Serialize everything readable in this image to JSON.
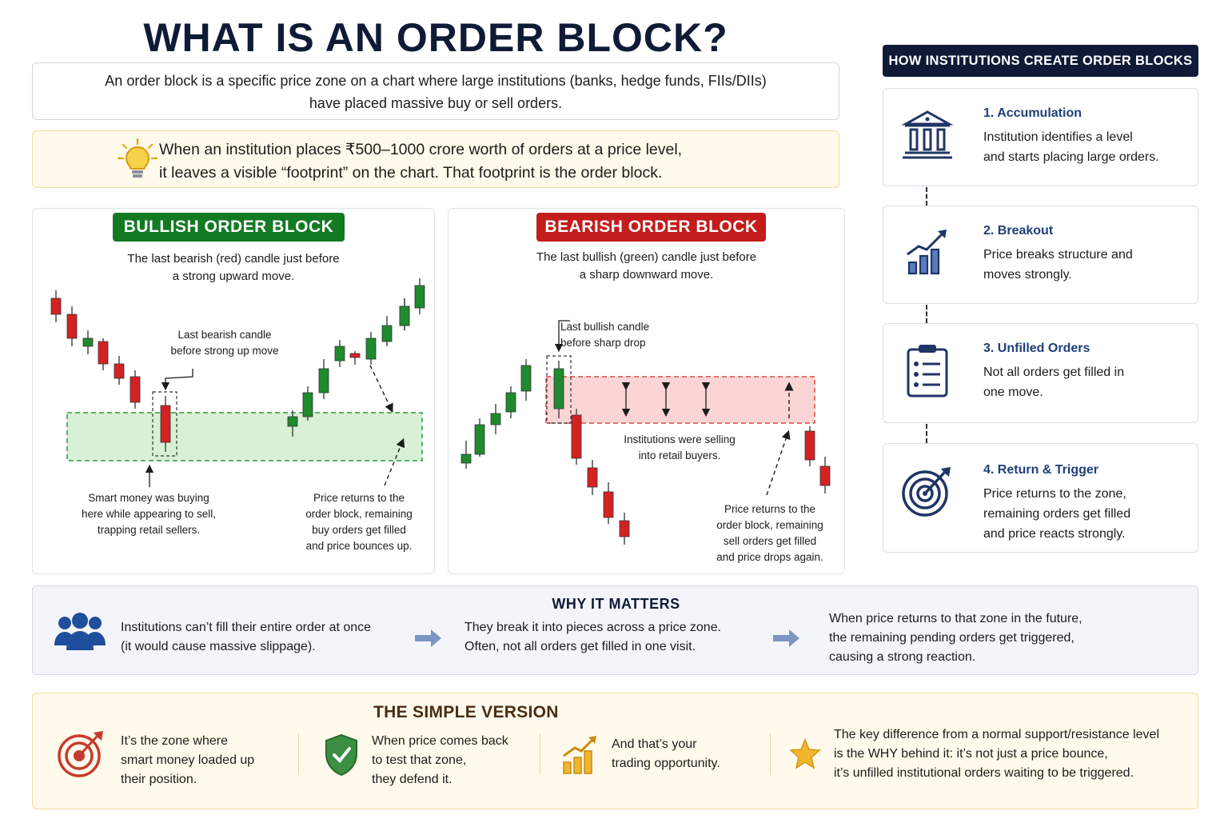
{
  "title": "WHAT IS AN ORDER BLOCK?",
  "definition": {
    "line1": "An order block is a specific price zone on a chart where large institutions (banks, hedge funds, FIIs/DIIs)",
    "line2": "have placed massive buy or sell orders."
  },
  "footprint": {
    "icon": "lightbulb-icon",
    "line1": "When an institution places ₹500–1000 crore worth of orders at a price level,",
    "line2": "it leaves a visible “footprint” on the chart. That footprint is the order block."
  },
  "colors": {
    "navy": "#0f1b36",
    "bull_green": "#127a23",
    "bear_red": "#c41b1b",
    "bull_zone": "#d8f0d5",
    "bear_zone": "#fbd5d5",
    "accent_blue": "#1f3f7a"
  },
  "bullish": {
    "badge": "BULLISH ORDER BLOCK",
    "sub1": "The last bearish (red) candle just before",
    "sub2": "a strong upward move.",
    "callout1": "Last bearish candle",
    "callout2": "before strong up move",
    "left1": "Smart money was buying",
    "left2": "here while appearing to sell,",
    "left3": "trapping retail sellers.",
    "right1": "Price returns to the",
    "right2": "order block, remaining",
    "right3": "buy orders get filled",
    "right4": "and price bounces up."
  },
  "bearish": {
    "badge": "BEARISH ORDER BLOCK",
    "sub1": "The last bullish (green) candle just before",
    "sub2": "a sharp downward move.",
    "callout1": "Last bullish candle",
    "callout2": "before sharp drop",
    "mid1": "Institutions were selling",
    "mid2": "into retail buyers.",
    "right1": "Price returns to the",
    "right2": "order block, remaining",
    "right3": "sell orders get filled",
    "right4": "and price drops again."
  },
  "how": {
    "header": "HOW INSTITUTIONS CREATE ORDER BLOCKS",
    "steps": [
      {
        "title": "1. Accumulation",
        "d1": "Institution identifies a level",
        "d2": "and starts placing large orders.",
        "icon": "bank-icon"
      },
      {
        "title": "2. Breakout",
        "d1": "Price breaks structure and",
        "d2": "moves strongly.",
        "icon": "bar-growth-icon"
      },
      {
        "title": "3. Unfilled Orders",
        "d1": "Not all orders get filled in",
        "d2": "one move.",
        "icon": "clipboard-list-icon"
      },
      {
        "title": "4. Return & Trigger",
        "d1": "Price returns to the zone,",
        "d2": "remaining orders get filled",
        "d3": "and price reacts strongly.",
        "icon": "target-icon"
      }
    ]
  },
  "why": {
    "title": "WHY IT MATTERS",
    "a1": "Institutions can’t fill their entire order at once",
    "a2": "(it would cause massive slippage).",
    "b1": "They break it into pieces across a price zone.",
    "b2": "Often, not all orders get filled in one visit.",
    "c1": "When price returns to that zone in the future,",
    "c2": "the remaining pending orders get triggered,",
    "c3": "causing a strong reaction."
  },
  "simple": {
    "title": "THE SIMPLE VERSION",
    "a1": "It’s the zone where",
    "a2": "smart money loaded up",
    "a3": "their position.",
    "b1": "When price comes back",
    "b2": "to test that zone,",
    "b3": "they defend it.",
    "c1": "And that’s your",
    "c2": "trading opportunity.",
    "d1": "The key difference from a normal support/resistance level",
    "d2": "is the WHY behind it: it’s not just a price bounce,",
    "d3": "it’s unfilled institutional orders waiting to be triggered."
  }
}
